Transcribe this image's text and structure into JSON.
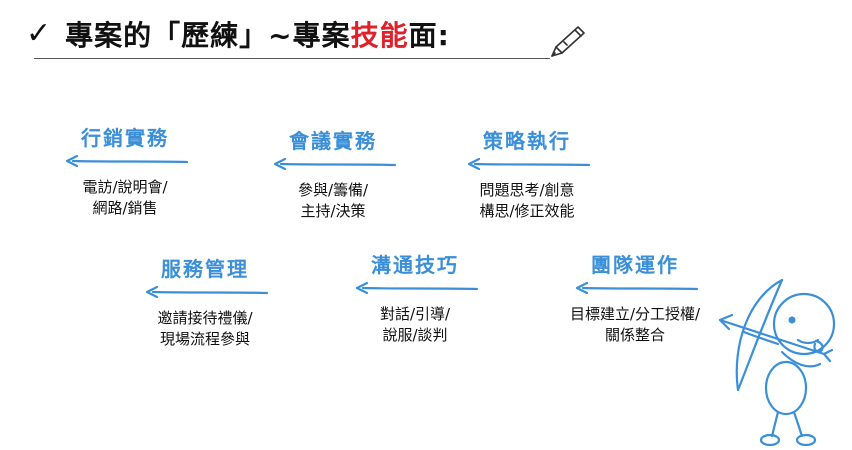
{
  "title": {
    "check": "✓",
    "part1": "專案的「",
    "part2": "歷練",
    "part3": "」~專案",
    "highlight": "技能",
    "part4": "面:"
  },
  "cards": [
    {
      "heading": "行銷實務",
      "lines": [
        "電訪/說明會/",
        "網路/銷售"
      ]
    },
    {
      "heading": "會議實務",
      "lines": [
        "參與/籌備/",
        "主持/決策"
      ]
    },
    {
      "heading": "策略執行",
      "lines": [
        "問題思考/創意",
        "構思/修正效能"
      ]
    },
    {
      "heading": "服務管理",
      "lines": [
        "邀請接待禮儀/",
        "現場流程參與"
      ]
    },
    {
      "heading": "溝通技巧",
      "lines": [
        "對話/引導/",
        "說服/談判"
      ]
    },
    {
      "heading": "團隊運作",
      "lines": [
        "目標建立/分工授權/",
        "關係整合"
      ]
    }
  ],
  "colors": {
    "accent": "#3a8fd8",
    "highlight": "#e0202a",
    "text": "#111111"
  },
  "icons": {
    "title_icon": "checkmark-icon",
    "pen_icon": "pen-icon",
    "arrow_icon": "arrow-left-icon",
    "figure": "archer-illustration"
  }
}
